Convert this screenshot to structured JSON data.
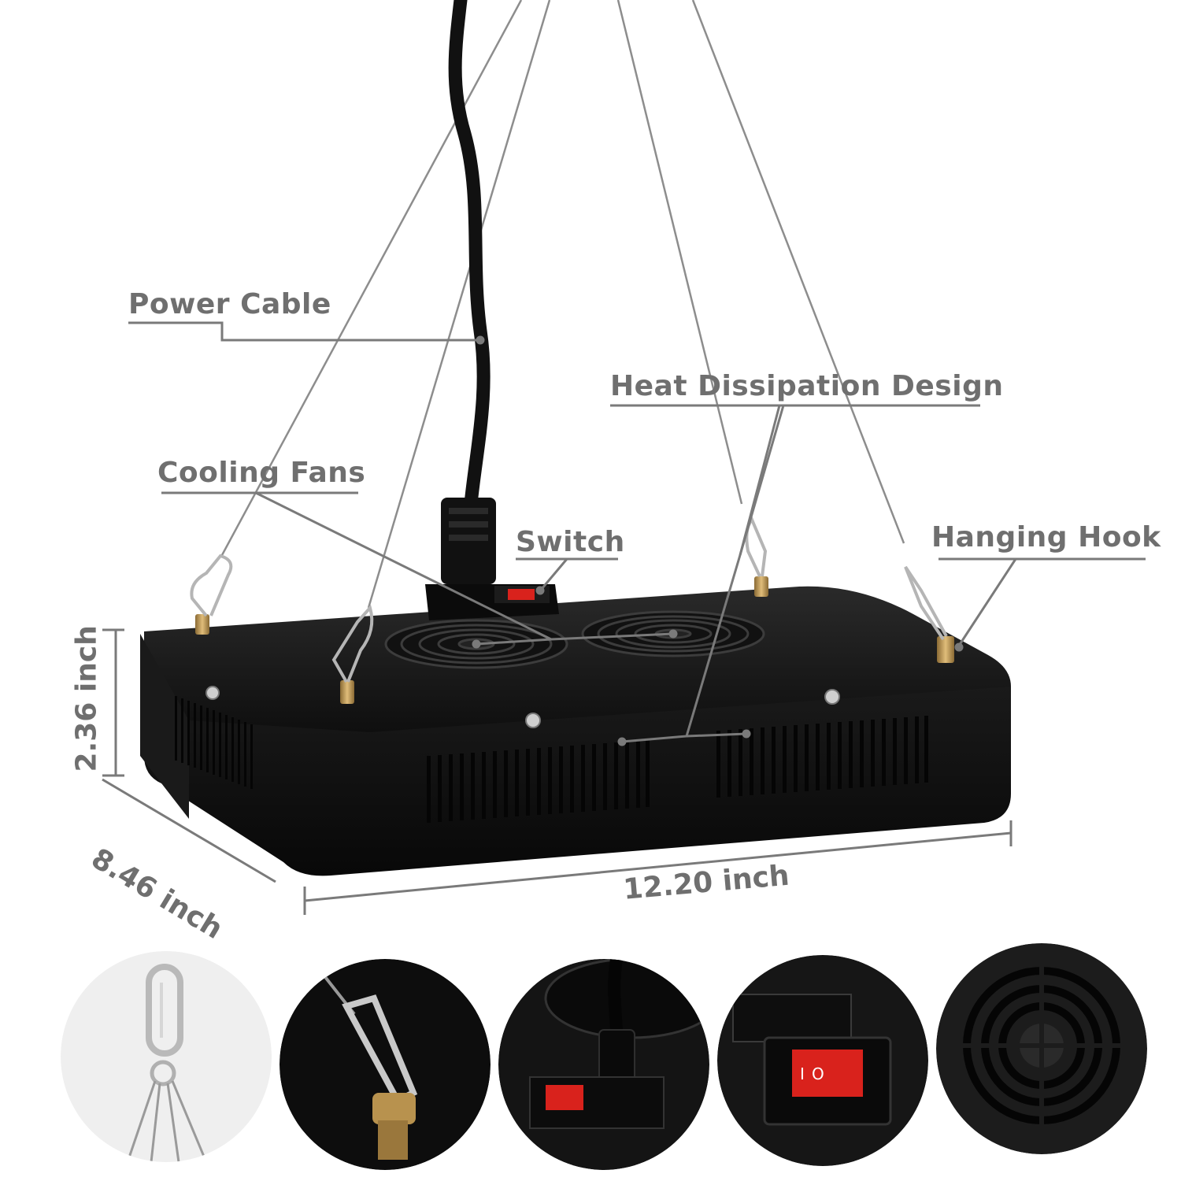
{
  "callouts": {
    "power_cable": "Power Cable",
    "heat_dissipation": "Heat Dissipation Design",
    "cooling_fans": "Cooling Fans",
    "switch": "Switch",
    "hanging_hook": "Hanging Hook"
  },
  "dimensions": {
    "height": "2.36 inch",
    "depth": "8.46 inch",
    "width": "12.20 inch"
  },
  "switch_markings": {
    "off": "O",
    "on": "I"
  },
  "colors": {
    "label_gray": "#6f6f6f",
    "body_black": "#141414",
    "switch_red": "#d9221c",
    "brass": "#c49a52"
  },
  "thumbnails": [
    {
      "name": "carabiner-hook"
    },
    {
      "name": "hanging-hook-closeup"
    },
    {
      "name": "power-plug-switch"
    },
    {
      "name": "rocker-switch-closeup"
    },
    {
      "name": "cooling-fan-grille"
    }
  ]
}
